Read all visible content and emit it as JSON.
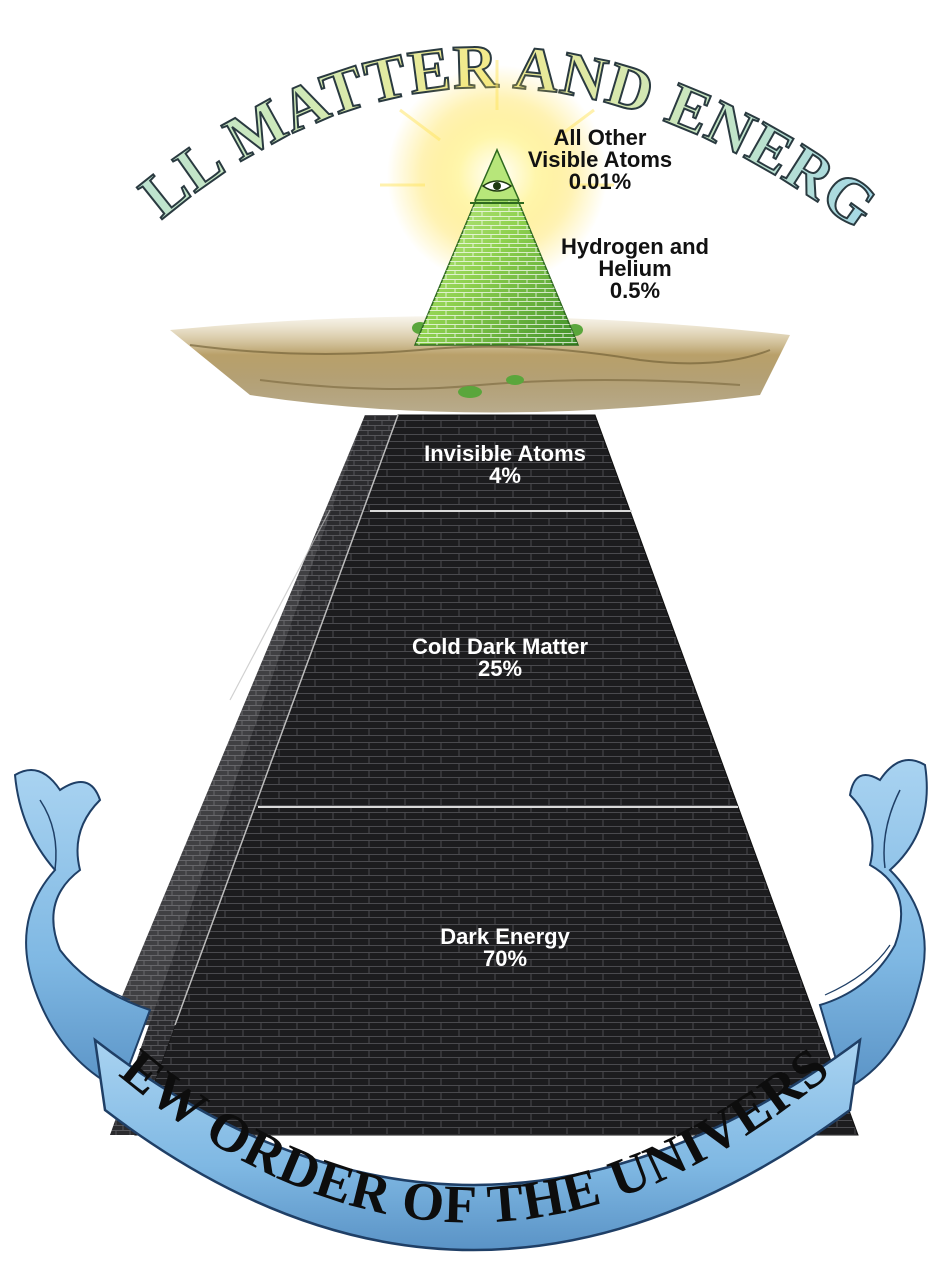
{
  "title": "ALL MATTER AND ENERGY",
  "banner": "NEW ORDER OF THE UNIVERSE",
  "layers": [
    {
      "name": "All Other Visible Atoms",
      "line1": "All Other",
      "line2": "Visible Atoms",
      "value": "0.01%"
    },
    {
      "name": "Hydrogen and Helium",
      "line1": "Hydrogen and",
      "line2": "Helium",
      "value": "0.5%"
    },
    {
      "name": "Invisible Atoms",
      "value": "4%"
    },
    {
      "name": "Cold Dark Matter",
      "value": "25%"
    },
    {
      "name": "Dark Energy",
      "value": "70%"
    }
  ],
  "colors": {
    "title_fill": "#9fd7e8",
    "title_fill_warm": "#f2e88a",
    "title_stroke": "#2a3a40",
    "pyramid_dark": "#1c1c1e",
    "pyramid_side": "#2b2b2e",
    "brick_line": "#4a4a4e",
    "divider": "#d9d9d9",
    "green_top": "#8fd14f",
    "glow": "#fff6a8",
    "ribbon": "#7fb8e3",
    "ribbon_dark": "#3c6fa3",
    "ground": "#b9a06a"
  },
  "icons": [
    "eye-icon",
    "sun-glow-icon"
  ]
}
